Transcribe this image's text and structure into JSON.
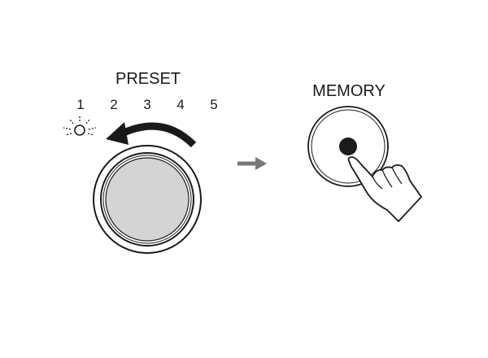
{
  "preset": {
    "label": "PRESET",
    "numbers": [
      "1",
      "2",
      "3",
      "4",
      "5"
    ]
  },
  "memory": {
    "label": "MEMORY"
  },
  "colors": {
    "ink": "#1a1a1a",
    "knob_fill": "#d4d4d4",
    "step_arrow": "#777777"
  }
}
